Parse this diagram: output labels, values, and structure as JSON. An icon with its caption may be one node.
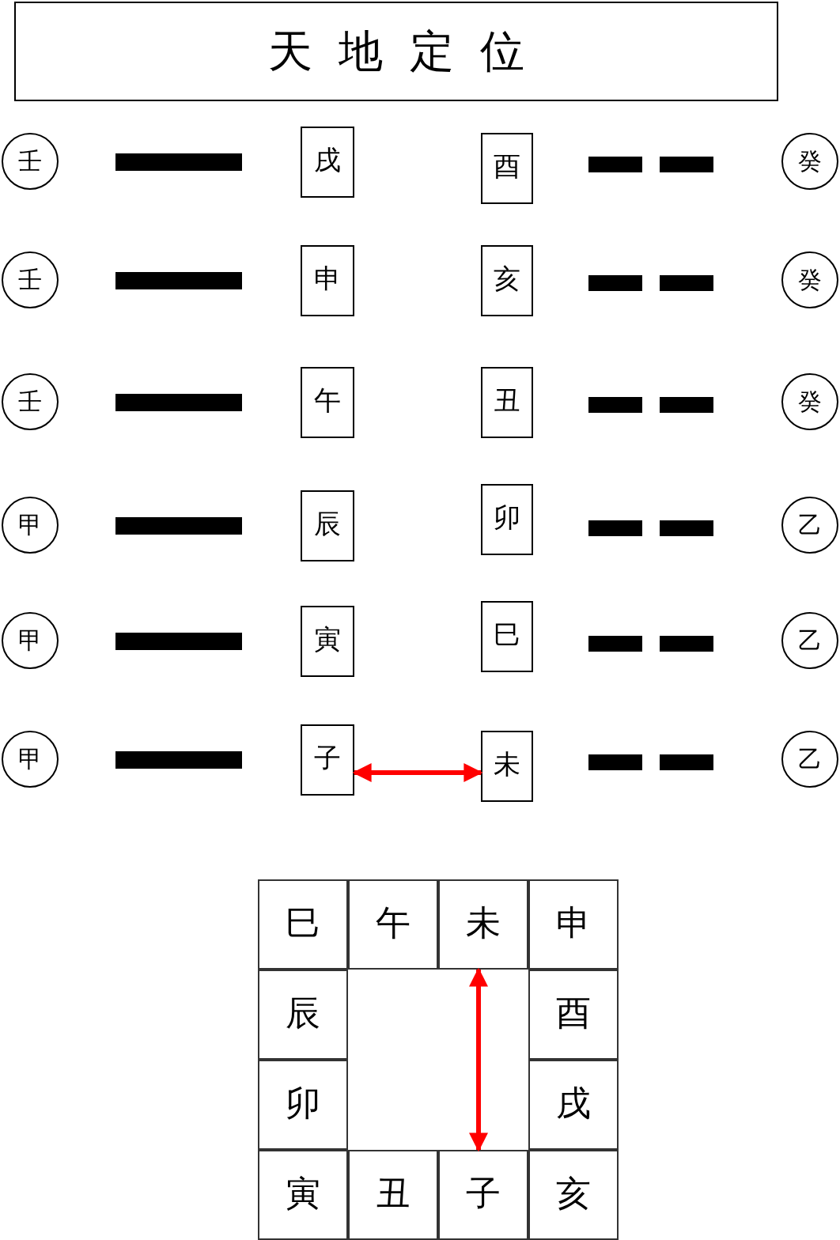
{
  "diagram": {
    "title": "天地定位",
    "nodes": [
      {
        "text": [
          "壬"
        ]
      },
      {
        "text": [
          "戌"
        ]
      },
      {
        "text": [
          "酉"
        ]
      },
      {
        "text": [
          "癸"
        ]
      },
      {
        "text": [
          "壬"
        ]
      },
      {
        "text": [
          "申"
        ]
      },
      {
        "text": [
          "亥"
        ]
      },
      {
        "text": [
          "癸"
        ]
      },
      {
        "text": [
          "壬"
        ]
      },
      {
        "text": [
          "午"
        ]
      },
      {
        "text": [
          "丑"
        ]
      },
      {
        "text": [
          "癸"
        ]
      },
      {
        "text": [
          "甲"
        ]
      },
      {
        "text": [
          "辰"
        ]
      },
      {
        "text": [
          "卯"
        ]
      },
      {
        "text": [
          "乙"
        ]
      },
      {
        "text": [
          "甲"
        ]
      },
      {
        "text": [
          "寅"
        ]
      },
      {
        "text": [
          "巳"
        ]
      },
      {
        "text": [
          "乙"
        ]
      },
      {
        "text": [
          "甲"
        ]
      },
      {
        "text": [
          "子"
        ]
      },
      {
        "text": [
          "未"
        ]
      },
      {
        "text": [
          "乙"
        ]
      },
      {
        "text": [
          "巳"
        ]
      },
      {
        "text": [
          "午"
        ]
      },
      {
        "text": [
          "未"
        ]
      },
      {
        "text": [
          "申"
        ]
      },
      {
        "text": [
          "辰"
        ]
      },
      {
        "text": [
          "酉"
        ]
      },
      {
        "text": [
          "卯"
        ]
      },
      {
        "text": [
          "戌"
        ]
      },
      {
        "text": [
          "寅"
        ]
      },
      {
        "text": [
          "丑"
        ]
      },
      {
        "text": [
          "子"
        ]
      },
      {
        "text": [
          "亥"
        ]
      }
    ],
    "edges": [
      {
        "from": 21,
        "to": 22,
        "arrow": "both"
      },
      {
        "from": 26,
        "to": 34,
        "arrow": "both"
      }
    ]
  }
}
